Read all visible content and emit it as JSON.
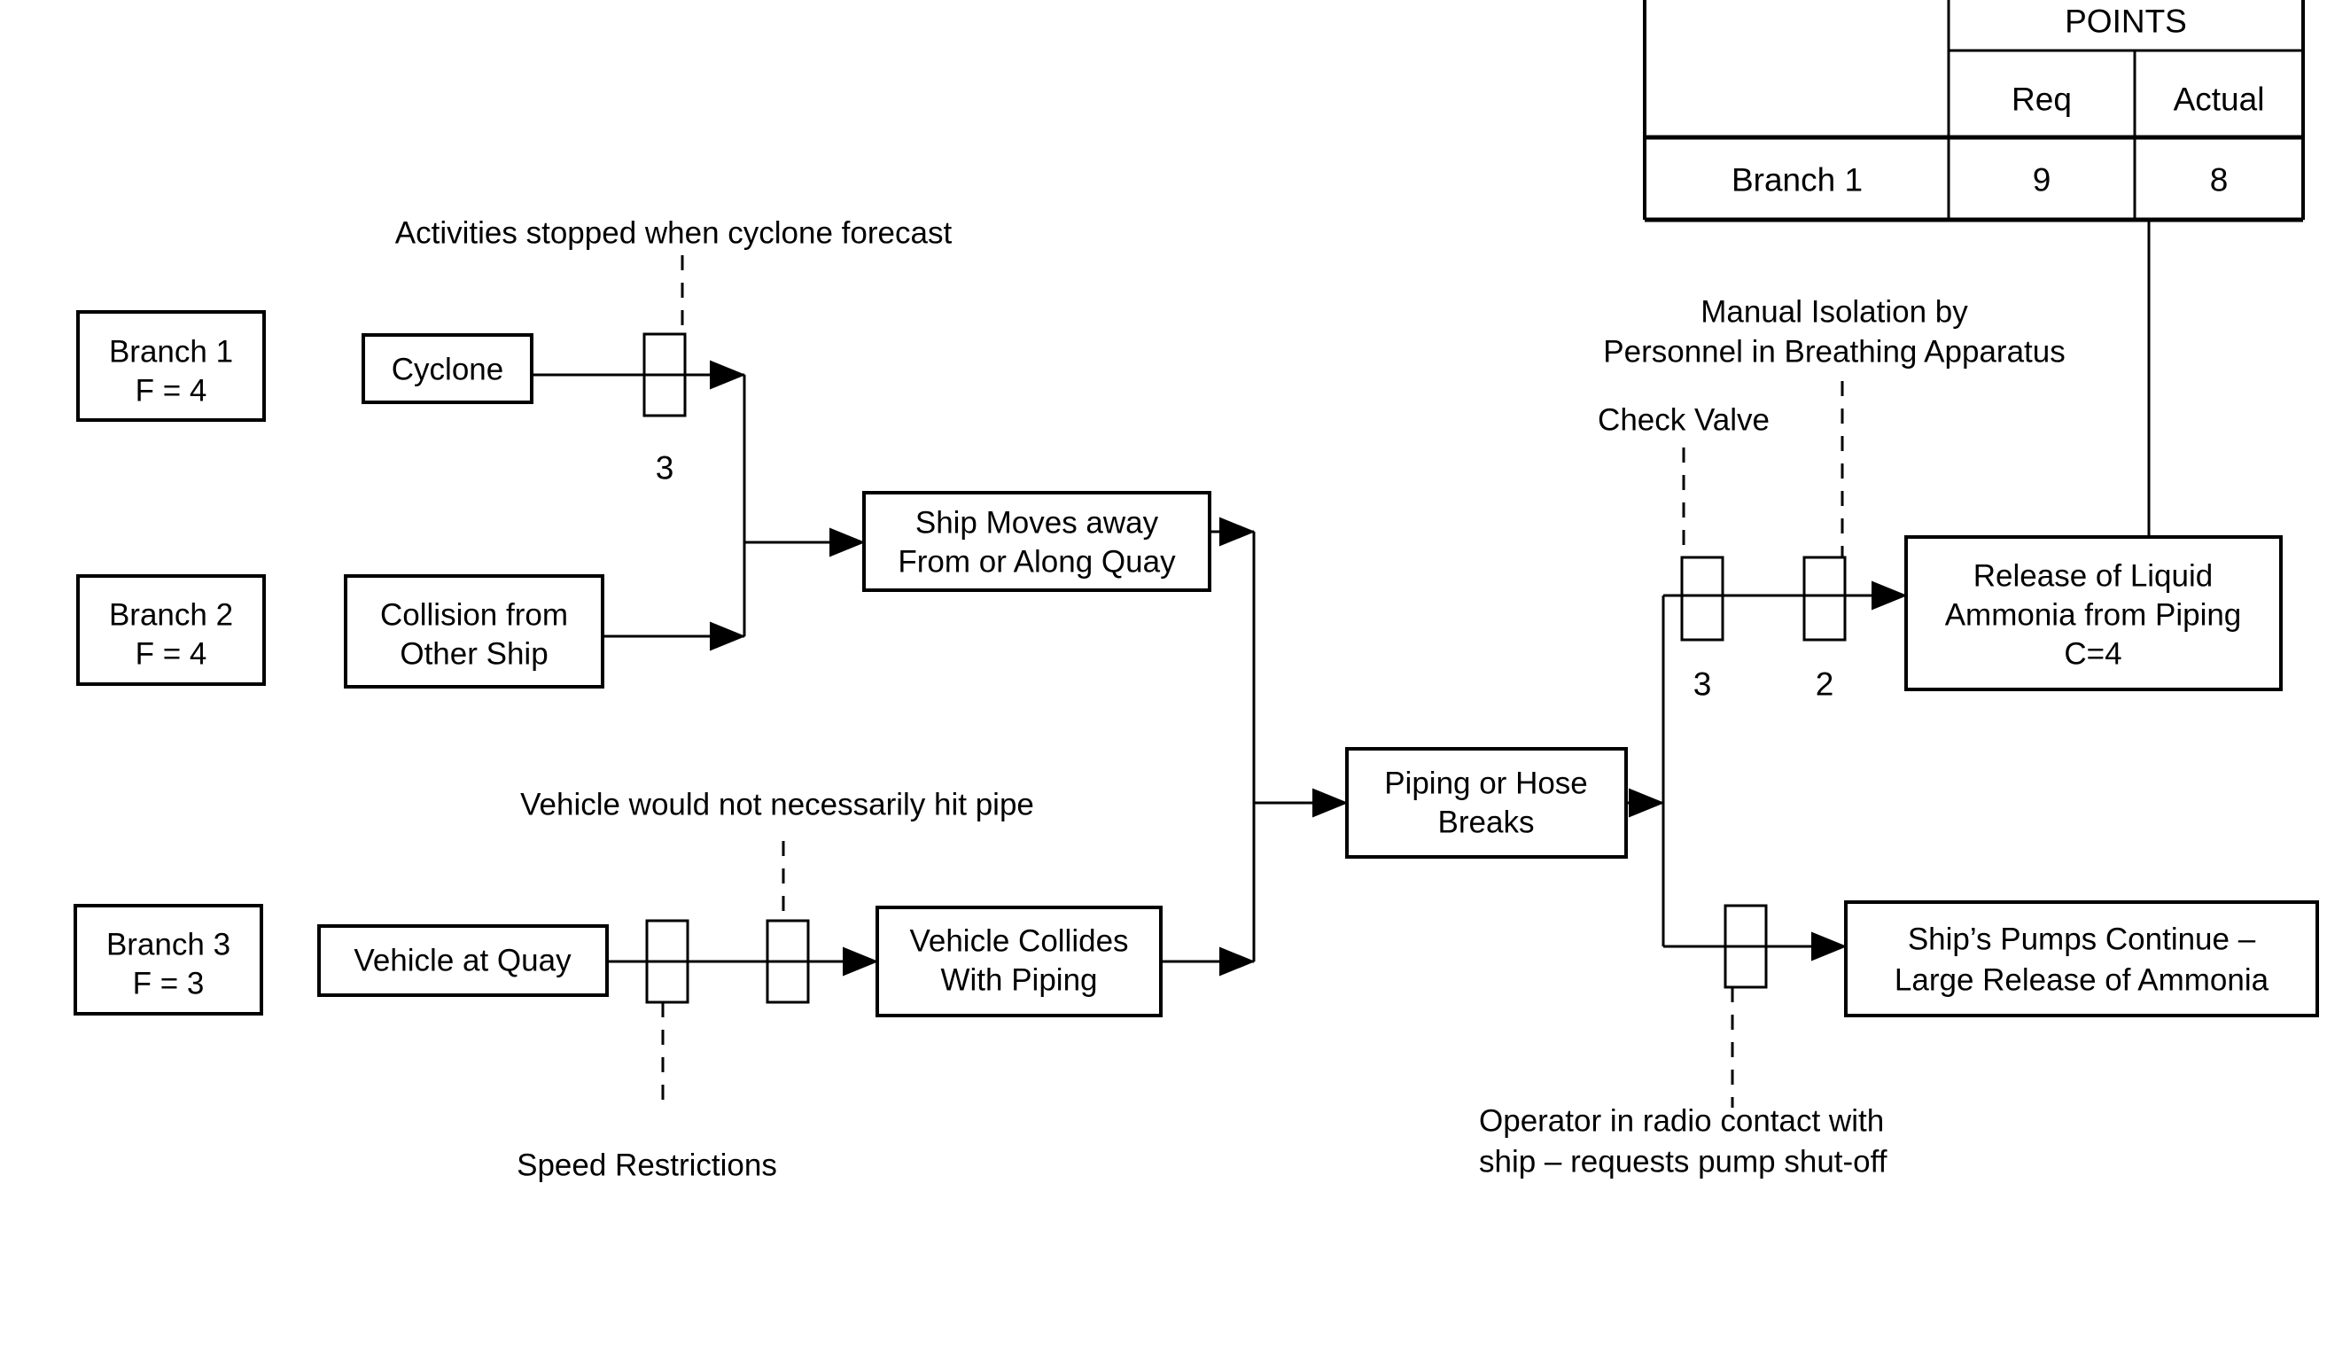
{
  "scoreboard": {
    "points_label": "POINTS",
    "req_label": "Req",
    "actual_label": "Actual",
    "row_label": "Branch 1",
    "req_value": "9",
    "actual_value": "8"
  },
  "branches": {
    "b1": {
      "name": "Branch 1",
      "freq": "F = 4",
      "event": "Cyclone",
      "note": "Activities stopped when cyclone forecast",
      "barrier_points": "3"
    },
    "b2": {
      "name": "Branch 2",
      "freq": "F = 4",
      "event1": "Collision from",
      "event2": "Other Ship"
    },
    "b3": {
      "name": "Branch 3",
      "freq": "F = 3",
      "event": "Vehicle at Quay",
      "note": "Vehicle would not necessarily hit pipe",
      "safeguard": "Speed Restrictions"
    }
  },
  "events": {
    "ship_moves1": "Ship Moves away",
    "ship_moves2": "From or Along Quay",
    "vehicle_collides1": "Vehicle Collides",
    "vehicle_collides2": "With Piping",
    "piping1": "Piping or Hose",
    "piping2": "Breaks",
    "release1": "Release of Liquid",
    "release2": "Ammonia from Piping",
    "release3": "C=4",
    "pumps1": "Ship’s Pumps Continue –",
    "pumps2": "Large Release of Ammonia"
  },
  "safeguards": {
    "check_valve": {
      "label": "Check Valve",
      "points": "3"
    },
    "manual_isolation": {
      "label1": "Manual Isolation by",
      "label2": "Personnel in Breathing Apparatus",
      "points": "2"
    },
    "operator": {
      "label1": "Operator in radio contact with",
      "label2": "ship – requests pump shut-off"
    }
  },
  "colors": {
    "ink": "#000000",
    "background": "#ffffff"
  }
}
